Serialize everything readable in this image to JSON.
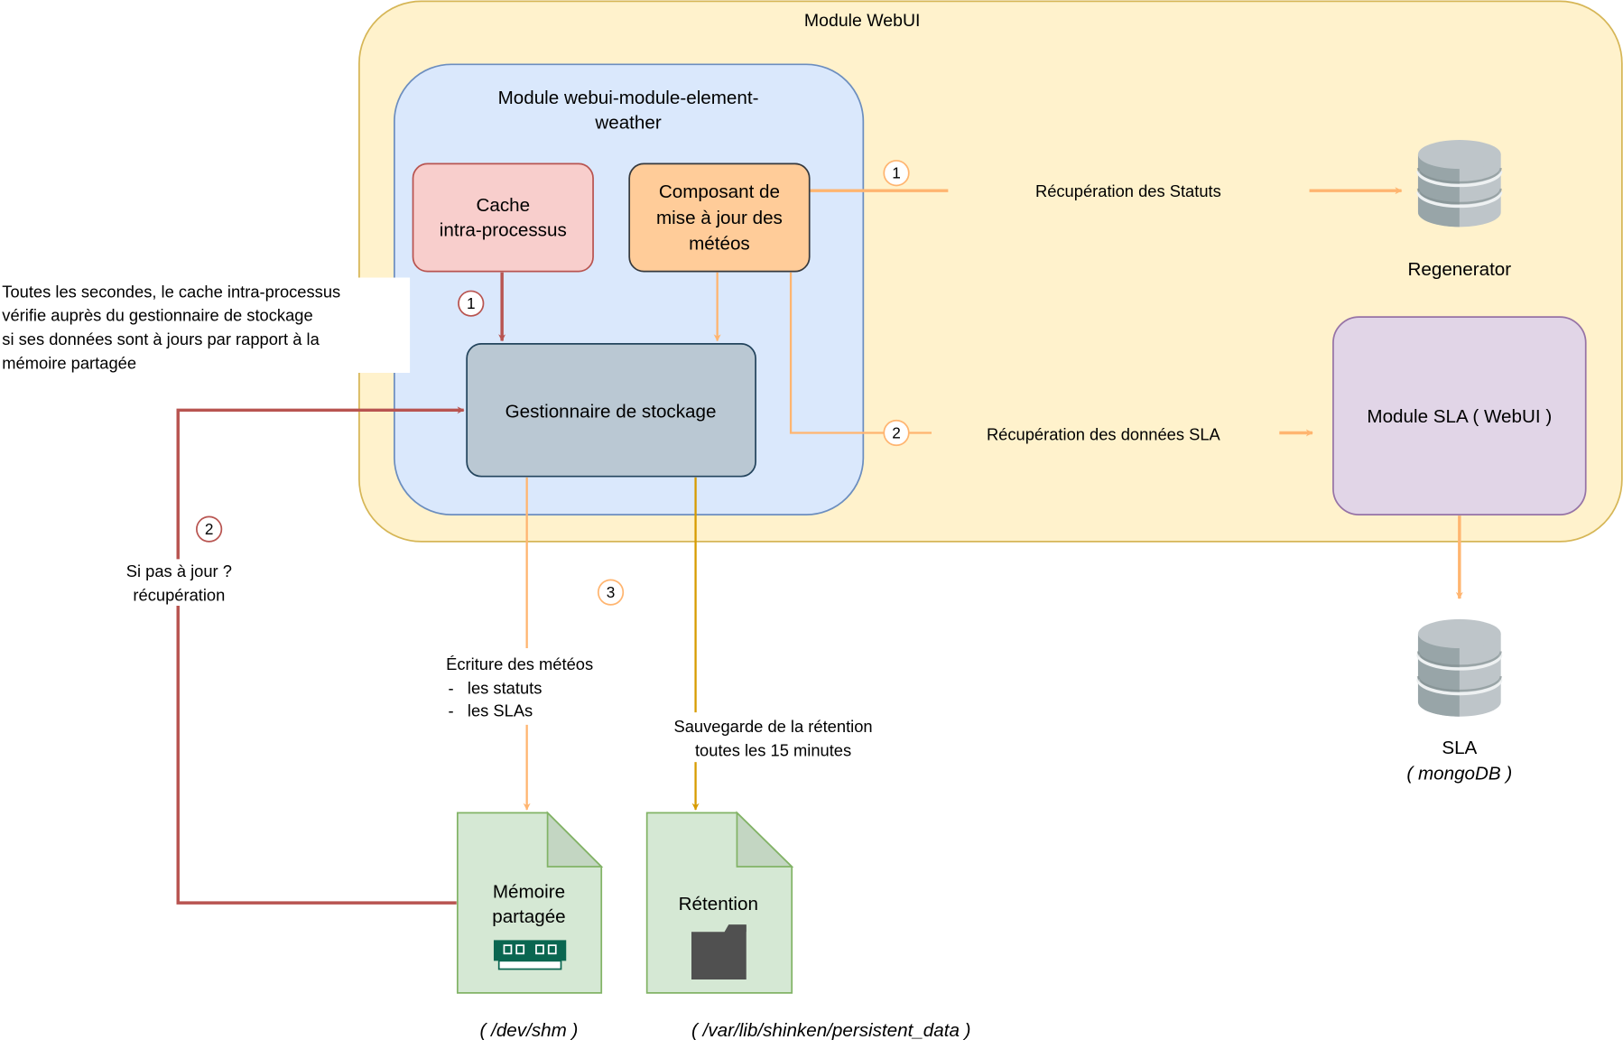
{
  "colors": {
    "webui_fill": "#fff2cc",
    "webui_stroke": "#d6b656",
    "weather_fill": "#dae8fc",
    "weather_stroke": "#6c8ebf",
    "cache_fill": "#f8cecc",
    "cache_stroke": "#b85450",
    "updater_fill": "#ffcc99",
    "updater_stroke": "#36393d",
    "storage_fill": "#bac8d3",
    "storage_stroke": "#23445d",
    "sla_module_fill": "#e1d5e7",
    "sla_module_stroke": "#9673a6",
    "file_fill": "#d5e8d4",
    "file_stroke": "#82b366",
    "arrow_orange": "#ffb570",
    "arrow_red": "#b85450",
    "arrow_gold": "#d79b00"
  },
  "containers": {
    "webui": {
      "label": "Module WebUI"
    },
    "weather": {
      "label_line1": "Module webui-module-element-",
      "label_line2": "weather"
    }
  },
  "nodes": {
    "cache": {
      "line1": "Cache",
      "line2": "intra-processus"
    },
    "updater": {
      "line1": "Composant de",
      "line2": "mise à jour des",
      "line3": "météos"
    },
    "storage": {
      "label": "Gestionnaire de stockage"
    },
    "regenerator": {
      "label": "Regenerator",
      "icon": "database-icon"
    },
    "sla_module": {
      "label": "Module SLA ( WebUI )"
    },
    "sla_db": {
      "line1": "SLA",
      "line2": "( mongoDB )",
      "icon": "database-icon"
    },
    "shared_memory": {
      "line1": "Mémoire",
      "line2": "partagée",
      "caption": "( /dev/shm )",
      "icon": "ram-icon"
    },
    "retention": {
      "label": "Rétention",
      "caption": "( /var/lib/shinken/persistent_data )",
      "icon": "folder-icon"
    }
  },
  "edges": {
    "statuts": {
      "badge": "1",
      "label": "Récupération des Statuts"
    },
    "sla_data": {
      "badge": "2",
      "label": "Récupération des données SLA"
    },
    "cache_check": {
      "badge": "1"
    },
    "refresh": {
      "badge": "2",
      "label_line1": "Si pas à jour ?",
      "label_line2": "récupération"
    },
    "write": {
      "badge": "3",
      "label_line1": "Écriture des météos",
      "label_line2": "-   les statuts",
      "label_line3": "-   les SLAs"
    },
    "retention_save": {
      "label_line1": "Sauvegarde de la rétention",
      "label_line2": "toutes les 15 minutes"
    }
  },
  "note": {
    "line1": "Toutes les secondes, le cache intra-processus",
    "line2": "vérifie auprès du gestionnaire de stockage",
    "line3": "si ses données sont à jours par rapport à la",
    "line4": "mémoire partagée"
  }
}
